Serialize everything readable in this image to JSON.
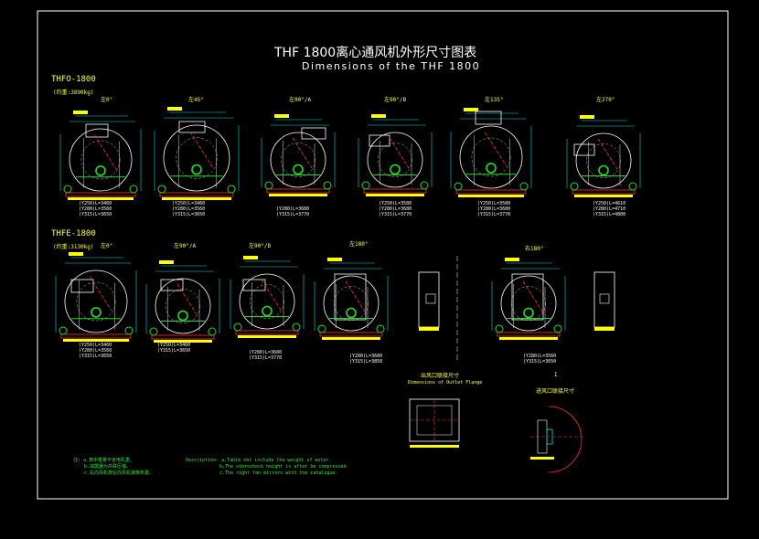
{
  "title": {
    "cn": "THF 1800离心通风机外形尺寸图表",
    "en": "Dimensions of the THF 1800"
  },
  "groups": [
    {
      "code": "THFO-1800",
      "weight": "(约重:3890kg)",
      "views": [
        "左0°",
        "左45°",
        "左90°/A",
        "左90°/B",
        "左135°",
        "左270°"
      ],
      "captions": [
        [
          "(Y250)L=3460",
          "(Y280)L=3560",
          "(Y315)L=3650"
        ],
        [
          "(Y250)L=3460",
          "(Y280)L=3560",
          "(Y315)L=3650"
        ],
        [
          "(Y280)L=3680",
          "(Y315)L=3770"
        ],
        [
          "(Y250)L=3580",
          "(Y280)L=3680",
          "(Y315)L=3770"
        ],
        [
          "(Y250)L=3580",
          "(Y280)L=3680",
          "(Y315)L=3770"
        ],
        [
          "(Y250)L=4610",
          "(Y280)L=4710",
          "(Y315)L=4800"
        ]
      ]
    },
    {
      "code": "THFE-1800",
      "weight": "(约重:3130kg)",
      "views": [
        "左0°",
        "左90°/A",
        "左90°/B",
        "左180°",
        "右180°"
      ],
      "captions": [
        [
          "(Y250)L=3460",
          "(Y280)L=3560",
          "(Y315)L=3650"
        ],
        [
          "(Y250)L=3460",
          "(Y315)L=3650"
        ],
        [
          "(Y280)L=3680",
          "(Y315)L=3770"
        ],
        [
          "(Y280)L=3680",
          "(Y315)L=3850"
        ],
        [
          "(Y280)L=3560",
          "(Y315)L=3650"
        ]
      ]
    }
  ],
  "flanges": {
    "outlet_cn": "出风口联接尺寸",
    "outlet_en": "Dimensions of Outlet Flange",
    "inlet_cn": "进风口联接尺寸",
    "section_mark": "I"
  },
  "notes": {
    "cn": [
      "注: a.表中重量不含电机重。",
      "b.减震器为并联压缩。",
      "c.右向风机按左向风机镜像布置。"
    ],
    "en": [
      "Description: a.Table not include the weight of motor.",
      "b.The vibroshock height is after be compressed.",
      "c.The right fan mirrors with the catalogue."
    ]
  },
  "colors": {
    "frame": "#ffffff",
    "title": "#ffffff",
    "label": "#ffff33",
    "motor": "#22dd22",
    "dims": "#00dddd",
    "accent": "#ff3030",
    "base_bar": "#ffff00"
  }
}
